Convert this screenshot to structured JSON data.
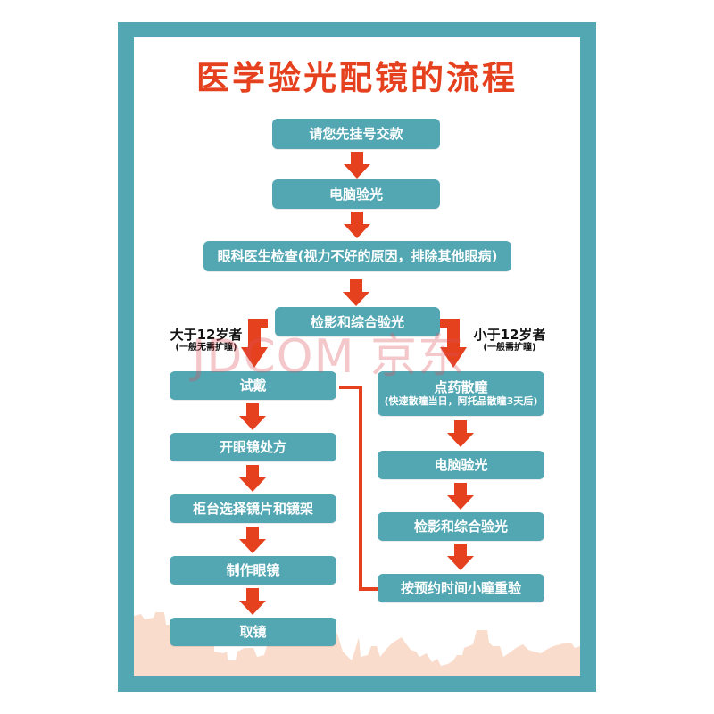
{
  "poster": {
    "title": "医学验光配镜的流程",
    "colors": {
      "frame": "#52a7b3",
      "box": "#52a7b3",
      "arrow": "#e5411f",
      "title": "#e5411f",
      "skyline": "#f9dccb"
    }
  },
  "main_flow": [
    {
      "label": "请您先挂号交款"
    },
    {
      "label": "电脑验光"
    },
    {
      "label": "眼科医生检查(视力不好的原因，排除其他眼病)"
    },
    {
      "label": "检影和综合验光"
    }
  ],
  "left_branch": {
    "condition": "大于12岁者",
    "note": "(一般无需扩瞳)",
    "steps": [
      {
        "label": "试戴"
      },
      {
        "label": "开眼镜处方"
      },
      {
        "label": "柜台选择镜片和镜架"
      },
      {
        "label": "制作眼镜"
      },
      {
        "label": "取镜"
      }
    ]
  },
  "right_branch": {
    "condition": "小于12岁者",
    "note": "(一般需扩瞳)",
    "steps": [
      {
        "label": "点药散瞳",
        "sub": "(快速散瞳当日，阿托品散瞳3天后)"
      },
      {
        "label": "电脑验光"
      },
      {
        "label": "检影和综合验光"
      },
      {
        "label": "按预约时间小瞳重验"
      }
    ]
  },
  "watermark": "JDCOM 京东"
}
